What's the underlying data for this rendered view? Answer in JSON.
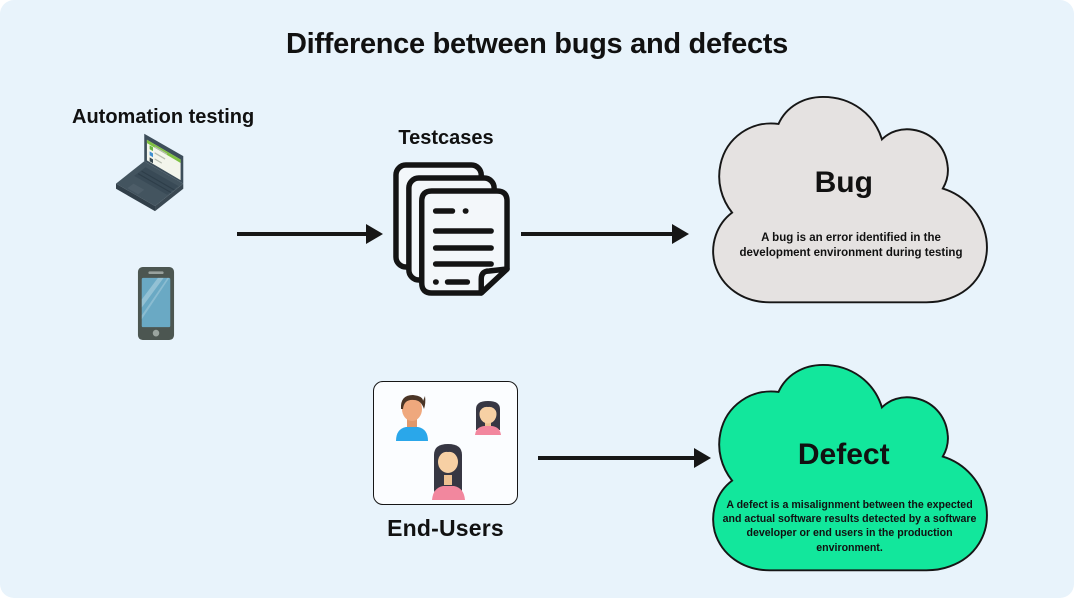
{
  "title": "Difference between bugs and defects",
  "automation": {
    "label": "Automation testing"
  },
  "testcases": {
    "label": "Testcases"
  },
  "end_users": {
    "label": "End-Users"
  },
  "bug": {
    "title": "Bug",
    "description": "A bug is an error identified in the development environment during testing"
  },
  "defect": {
    "title": "Defect",
    "description": "A defect is a misalignment between the expected and actual software results detected by a software developer or end users in the production environment."
  },
  "icons": {
    "automation": [
      "laptop-icon",
      "smartphone-icon"
    ],
    "testcases": "documents-stack-icon",
    "end_users": [
      "male-user-icon",
      "female-user-icon",
      "female-user-icon-large"
    ]
  },
  "colors": {
    "background": "#e8f3fb",
    "outline": "#161616",
    "text": "#111111",
    "arrow": "#161616",
    "bug_cloud_fill": "#e5e2e1",
    "defect_cloud_fill": "#12e79c"
  }
}
